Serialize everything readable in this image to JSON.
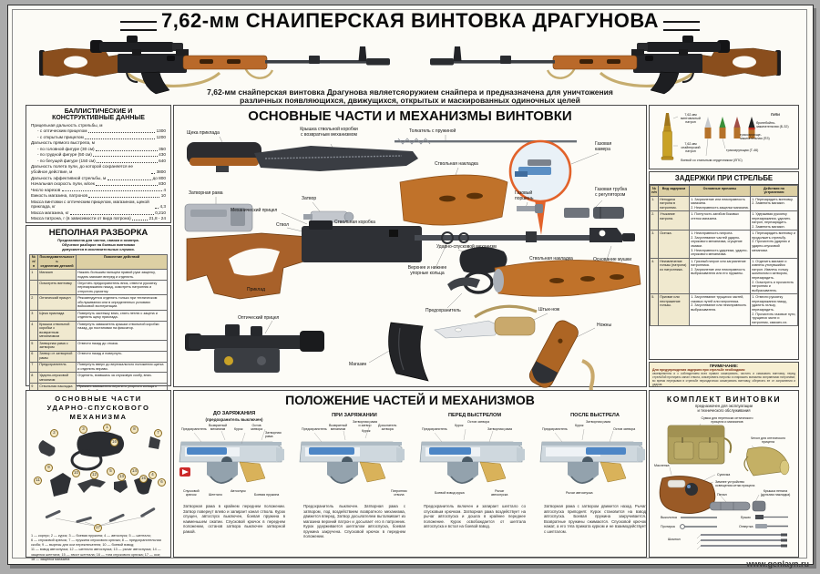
{
  "poster": {
    "title": "7,62-мм СНАИПЕРСКАЯ ВИНТОВКА ДРАГУНОВА",
    "subtitle1": "7,62-мм снайперская винтовка Драгунова являетсяоружием снайпера и предназначена для уничтожения",
    "subtitle2": "различных появляющихся, движущихся, открытых и маскированных одиночных целей",
    "watermark": "www.genlayn.ru"
  },
  "ballistics": {
    "title": "БАЛЛИСТИЧЕСКИЕ И\nКОНСТРУКТИВНЫЕ ДАННЫЕ",
    "rows": [
      {
        "l": "Прицельная дальность стрельбы, м",
        "v": ""
      },
      {
        "l": "- с оптическим прицелом",
        "v": "1300"
      },
      {
        "l": "- с открытым прицелом",
        "v": "1200"
      },
      {
        "l": "Дальность прямого выстрела, м",
        "v": ""
      },
      {
        "l": "- по головной фигуре (30 см)",
        "v": "350"
      },
      {
        "l": "- по грудной фигуре (50 см)",
        "v": "430"
      },
      {
        "l": "- по бегущей фигуре (150 см)",
        "v": "640"
      },
      {
        "l": "Дальность полета пули, до которой сохраняется ее убойное действие, м",
        "v": "3800"
      },
      {
        "l": "Дальность эффективной стрельбы, м",
        "v": "до 800"
      },
      {
        "l": "Начальная скорость пули, м/сек",
        "v": "830"
      },
      {
        "l": "Число нарезов",
        "v": "4"
      },
      {
        "l": "Емкость магазина, патронов",
        "v": "10"
      },
      {
        "l": "Масса винтовки с оптическим прицелом, магазином, щекой приклада, кг",
        "v": "4,3"
      },
      {
        "l": "Масса магазина, кг",
        "v": "0,210"
      },
      {
        "l": "Масса патрона, г (в зависимости от вида патрона)",
        "v": "21,8 - 24"
      }
    ]
  },
  "disassembly": {
    "title": "НЕПОЛНАЯ РАЗБОРКА",
    "subtitle": "Предназначена для чистки, смазки и осмотра.\nОбучение разборке на боевых винтовках\nдопускается в исключительных случаях.",
    "h1": "№\nп/п",
    "h2": "Последовательность\nотделения деталей",
    "h3": "Пояснение действий",
    "rows": [
      {
        "n": "1",
        "p": "Магазин",
        "a": "Нажать большим пальцем правой руки защелку, подать магазин вперед и отделить."
      },
      {
        "n": "",
        "p": "Осмотреть винтовку",
        "a": "Опустить предохранитель вниз, отвести рукоятку перезаряжания назад, осмотреть патронник и отпустить рукоятку."
      },
      {
        "n": "2",
        "p": "Оптический прицел",
        "a": "Рекомендуется отделять только при техническом обслуживании или в определенных условиях войсковой эксплуатации."
      },
      {
        "n": "3",
        "p": "Щека приклада",
        "a": "Повернуть застежку вниз, снять петлю с зацепа и отделить щеку приклада."
      },
      {
        "n": "4",
        "p": "Крышка ствольной коробки с возвратным механизмом",
        "a": "Повернуть замыкатель крышки ствольной коробки назад, до постановки на фиксатор."
      },
      {
        "n": "5",
        "p": "Затворная рама с затвором",
        "a": "Отвести назад до отказа."
      },
      {
        "n": "6",
        "p": "Затвор от затворной рамы",
        "a": "Отвести назад и повернуть."
      },
      {
        "n": "7",
        "p": "Предохранитель",
        "a": "Повернуть вверх до вертикального положения щитка и отделить вправо."
      },
      {
        "n": "8",
        "p": "Ударно-спусковой механизм",
        "a": "Отделить, взявшись за спусковую скобу, вниз."
      },
      {
        "n": "9",
        "p": "Ствольная накладка",
        "a": "Прижать замыкатель верхнего упорного кольца к газовой трубке и повернуть вправо до отказа. Сдвинуть кольцо, накладку отделить покачиванием в стороны."
      },
      {
        "n": "10",
        "p": "Газовый поршень",
        "a": "Отвести толкатель назад, вывести его передний конец, поршень отвести назад и вывести из газовой трубки."
      },
      {
        "n": "11",
        "p": "Толкатель с пружиной",
        "a": "Поджать пружину до выхода ее из канала прицельной колодки."
      }
    ],
    "footer": "СБОРКА ПРОИЗВОДИТСЯ В ОБРАТНОЙ ПОСЛЕДОВАТЕЛЬНОСТИ"
  },
  "main_parts": {
    "title": "ОСНОВНЫЕ ЧАСТИ И МЕХАНИЗМЫ ВИНТОВКИ",
    "labels": {
      "cheek": "Щека приклада",
      "cover": "Крышка ствольной коробки\nс возвратным механизмом",
      "pusher": "Толкатель с пружиной",
      "gas_chamber": "Газовая\nкамера",
      "bolt_carrier": "Затворная рама",
      "bolt": "Затвор",
      "handguard_left": "Ствольная накладка",
      "gas_piston": "Газовый\nпоршень",
      "gas_tube": "Газовая трубка\nс регулятором",
      "mech_sight": "Механический прицел",
      "barrel": "Ствол",
      "receiver": "Ствольная коробка",
      "trigger_group": "Ударно-спусковой механизм",
      "rings": "Верхнее и нижнее\nупорные кольца",
      "stock": "Приклад",
      "safety": "Предохранитель",
      "scope": "Оптический прицел",
      "handguard_right": "Ствольная накладка",
      "sight_base": "Основание мушки",
      "magazine": "Магазин",
      "bayonet": "Штык-нож",
      "scabbard": "Ножны"
    }
  },
  "cartridges": {
    "rifle_cartridge": "7,62-мм\nвинтовочный\nпатрон",
    "sniper_cartridge": "7,62-мм\nснайперский\nпатрон",
    "bullets_title": "ПУЛИ",
    "b32": "бронебойно-\nзажигательная (Б-32)",
    "pz": "трассирующе-\nзажигательная (ПЗ)",
    "t46": "трассирующая (Т-46)",
    "lps": "боевой со стальным сердечником (ЛПС)"
  },
  "stoppages": {
    "title": "ЗАДЕРЖКИ ПРИ СТРЕЛЬБЕ",
    "h1": "№\nп/п",
    "h2": "Вид задержки",
    "h3": "Основные причины",
    "h4": "Действия по\nустранению",
    "rows": [
      {
        "n": "1.",
        "t": "Неподача патрона в патронник.",
        "c": "1. Загрязнение или неисправность магазина.\n2. Неисправность защелки магазина.",
        "f": "1. Перезарядить винтовку.\n2. Заменить магазин."
      },
      {
        "n": "2.",
        "t": "Утыкание патрона.",
        "c": "1. Погнутость загибов боковых стенок магазина.",
        "f": "1. Удерживая рукоятку перезаряжания, удалить патрон, перезарядить.\n2. Заменить магазин."
      },
      {
        "n": "3.",
        "t": "Осечка.",
        "c": "1. Неисправность патрона.\n2. Загустевание частей ударно-спускового механизма, сгущение смазки.\n3. Неисправность ударника, ударно-спускового механизма.",
        "f": "1. Перезарядить винтовку и продолжить стрельбу.\n2. Прочистить ударник и ударно-спусковой механизм."
      },
      {
        "n": "4.",
        "t": "Неизвлечение гильзы (патрона) из патронника.",
        "c": "1. Грязный патрон или загрязнение патронника.\n2. Загрязнение или неисправность выбрасывателя или его пружины.",
        "f": "1. Отделить магазин и извлечь уткнувшийся патрон. Извлечь гильзу шомполом и затвором, перезарядить.\n2. Осмотреть и прочистить патронник и выбрасыватель."
      },
      {
        "n": "5.",
        "t": "Прихват или неотражение гильзы.",
        "c": "1. Загустевание трущихся частей, газовых путей или патронника.\n2. Загустевание или неисправность выбрасывателя.",
        "f": "1. Отвести рукоятку перезаряжания назад, удалить гильзу, перезарядить.\n2. Прочистить газовые пути, трущиеся части и патронник, смазать их."
      }
    ],
    "note_title": "ПРИМЕЧАНИЕ:",
    "note_intro": "Для предупреждения задержек при стрельбе необходимо:",
    "note_body": "своевременно и с соблюдением всех правил осматривать, чистить и смазывать винтовку; перед стрельбой протирать канал ствола, осматривать патроны и снаряжать магазины исправными патронами; во время перерывов в стрельбе периодически осматривать винтовку, оберегать ее от загрязнения и ударов."
  },
  "trigger_mech": {
    "title": "ОСНОВНЫЕ ЧАСТИ\nУДАРНО-СПУСКОВОГО\nМЕХАНИЗМА",
    "badges": [
      "1",
      "2",
      "3",
      "4",
      "5",
      "6",
      "7",
      "8",
      "9",
      "10",
      "11",
      "12",
      "13",
      "14",
      "15",
      "16",
      "17"
    ],
    "legend1": "1 — корпус; 2 — курок; 3 — боевая пружина; 4 — автоспуск; 5 — шептало;",
    "legend2": "6 — спусковой крючок; 7 — пружина спускового крючка; 8 — предохранительная скоба; 9 — вырезы для оси переключателя; 10 — боевой взвод;",
    "legend3": "11 — взвод автоспуска; 12 — шептало автоспуска; 13 — рычаг автоспуска; 14 — защелка шептала; 15 — хвост шептала; 16 — тяга спускового крючка; 17 — оси;",
    "legend4": "18 — защелка магазина"
  },
  "positions": {
    "title": "ПОЛОЖЕНИЕ ЧАСТЕЙ И МЕХАНИЗМОВ",
    "p1": {
      "heading": "ДО ЗАРЯЖАНИЯ",
      "sub": "(предохранитель выключен)",
      "l0": "Предохранитель",
      "l1": "Возвратный\nмеханизм",
      "l2": "Курок",
      "l3": "Остов\nзатвора",
      "l4": "Затворная рама",
      "l5": "Спусковой\nкрючок",
      "l6": "Шептало",
      "l7": "Автоспуск",
      "l8": "Боевая пружина",
      "caption": "Затворная рама в крайнем переднем положении. Затвор повернут влево и запирает канал ствола. Курок спущен, автоспуск выключен, боевая пружина в наименьшем сжатии. Спусковой крючок в переднем положении, останов затвора выключен затворной рамой."
    },
    "p2": {
      "heading": "ПРИ ЗАРЯЖАНИИ",
      "l0": "Предохранитель",
      "l1": "Возвратный\nмеханизм",
      "l2": "Затворная рама\nи затвор",
      "l3": "Курок",
      "l4": "Досылатель\nзатвора",
      "l5": "Патронник\nствола",
      "caption": "Предохранитель выключен. Затворная рама с затвором, под воздействием возвратного механизма, движется вперед. Затвор досылателем выталкивает из магазина верхний патрон и досылает его в патронник. Курок удерживается шепталом автоспуска, боевая пружина закручена. Спусковой крючок в переднем положении."
    },
    "p3": {
      "heading": "ПЕРЕД ВЫСТРЕЛОМ",
      "l0": "Предохранитель",
      "l1": "Курок",
      "l2": "Остов затвора",
      "l3": "Затворная рама",
      "l4": "Боевой взвод курка",
      "l5": "Рычаг\nавтоспуска",
      "caption": "Предохранитель включен и запирает шептало со спусковым крючком. Затворная рама воздействует на рычаг автоспуска и дошла в крайнее переднее положение. Курок освобождается от шептала автоспуска и встал на боевой взвод."
    },
    "p4": {
      "heading": "ПОСЛЕ ВЫСТРЕЛА",
      "l0": "Предохранитель",
      "l1": "Курок",
      "l2": "Затворная рама",
      "l3": "Остов затвора",
      "l4": "Рычаг автоспуска",
      "caption": "Затворная рама с затвором движется назад. Рычаг автоспуска приподнят. Курок становится на взвод автоспуска. Боевая пружина закручивается. Возвратные пружины сжимаются. Спусковой крючок нажат, а его тяга прижата курком и не взаимодействует с шепталом."
    }
  },
  "kit": {
    "title": "КОМПЛЕКТ ВИНТОВКИ",
    "subtitle": "предназначен для эксплуатации\nи технического обслуживания",
    "labels": {
      "bag": "Сумка для переноски оптического\nприцела и магазинов",
      "cover": "Чехол для оптического\nприцела",
      "oiler": "Масленка",
      "pouch": "Сумочка",
      "winter": "Зимнее устройство\nосвещения сетки прицела",
      "pencase": "Пенал",
      "pencase_lid": "Крышка пенала\n(дульная накладка)",
      "punch": "Выколотка",
      "brush": "Ершик",
      "wiper": "Протирка",
      "screwdriver": "Отвертка",
      "rod": "Шомпол"
    }
  }
}
